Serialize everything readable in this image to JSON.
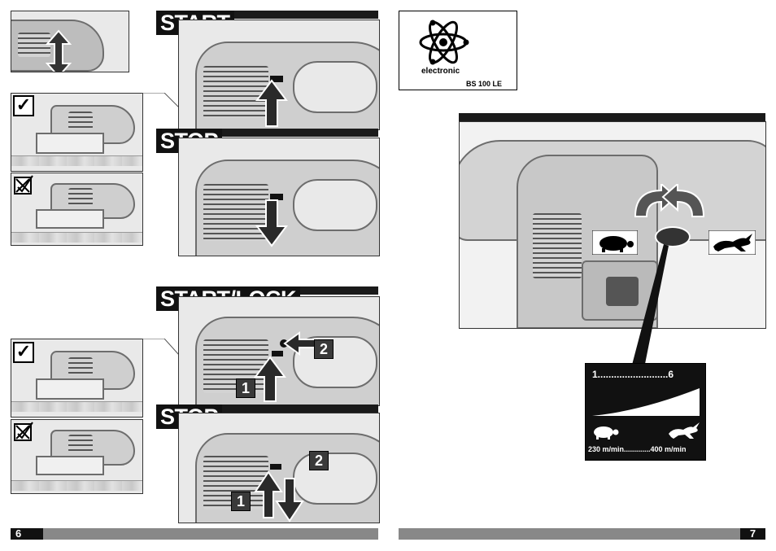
{
  "left_page": {
    "start_title": "START",
    "stop_title_1": "STOP",
    "start_lock_title": "START/LOCK",
    "stop_title_2": "STOP",
    "step_1": "1",
    "step_2": "2",
    "page_number": "6"
  },
  "right_page": {
    "logo_text": "electronic",
    "model": "BS 100 LE",
    "dial_range": "1..........................6",
    "speed_range": "230 m/min.............400 m/min",
    "page_number": "7"
  },
  "icons": [
    "checkmark-icon",
    "crossed-box-icon",
    "arrow-up-icon",
    "arrow-down-icon",
    "arrow-left-icon",
    "atom-icon",
    "turtle-icon",
    "rabbit-icon",
    "rotate-arrows-icon"
  ],
  "colors": {
    "dark": "#111111",
    "panel_gray": "#e9e9e9",
    "tool_gray": "#cfcfcf"
  }
}
